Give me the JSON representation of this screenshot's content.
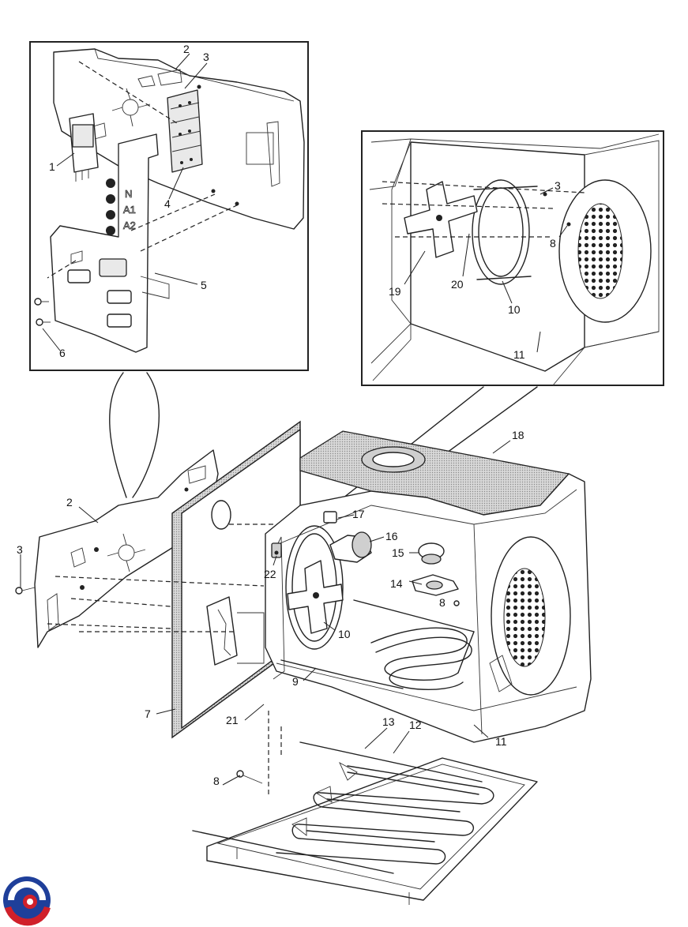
{
  "diagram": {
    "callouts": {
      "tl_1": "1",
      "tl_2": "2",
      "tl_3": "3",
      "tl_4": "4",
      "tl_5": "5",
      "tl_6": "6",
      "tr_3": "3",
      "tr_8": "8",
      "tr_19": "19",
      "tr_20": "20",
      "tr_10": "10",
      "tr_11": "11",
      "m_2": "2",
      "m_3": "3",
      "m_7": "7",
      "m_8": "8",
      "m_9": "9",
      "m_10": "10",
      "m_11": "11",
      "m_12": "12",
      "m_13": "13",
      "m_14": "14",
      "m_15": "15",
      "m_16": "16",
      "m_17": "17",
      "m_18": "18",
      "m_21": "21",
      "m_22": "22"
    },
    "terminal_marks": [
      "N",
      "A1",
      "A2"
    ]
  },
  "colors": {
    "line": "#222222",
    "insulation": "#cfcfcf",
    "logo_blue": "#1f3f9a",
    "logo_red": "#d0202a"
  }
}
